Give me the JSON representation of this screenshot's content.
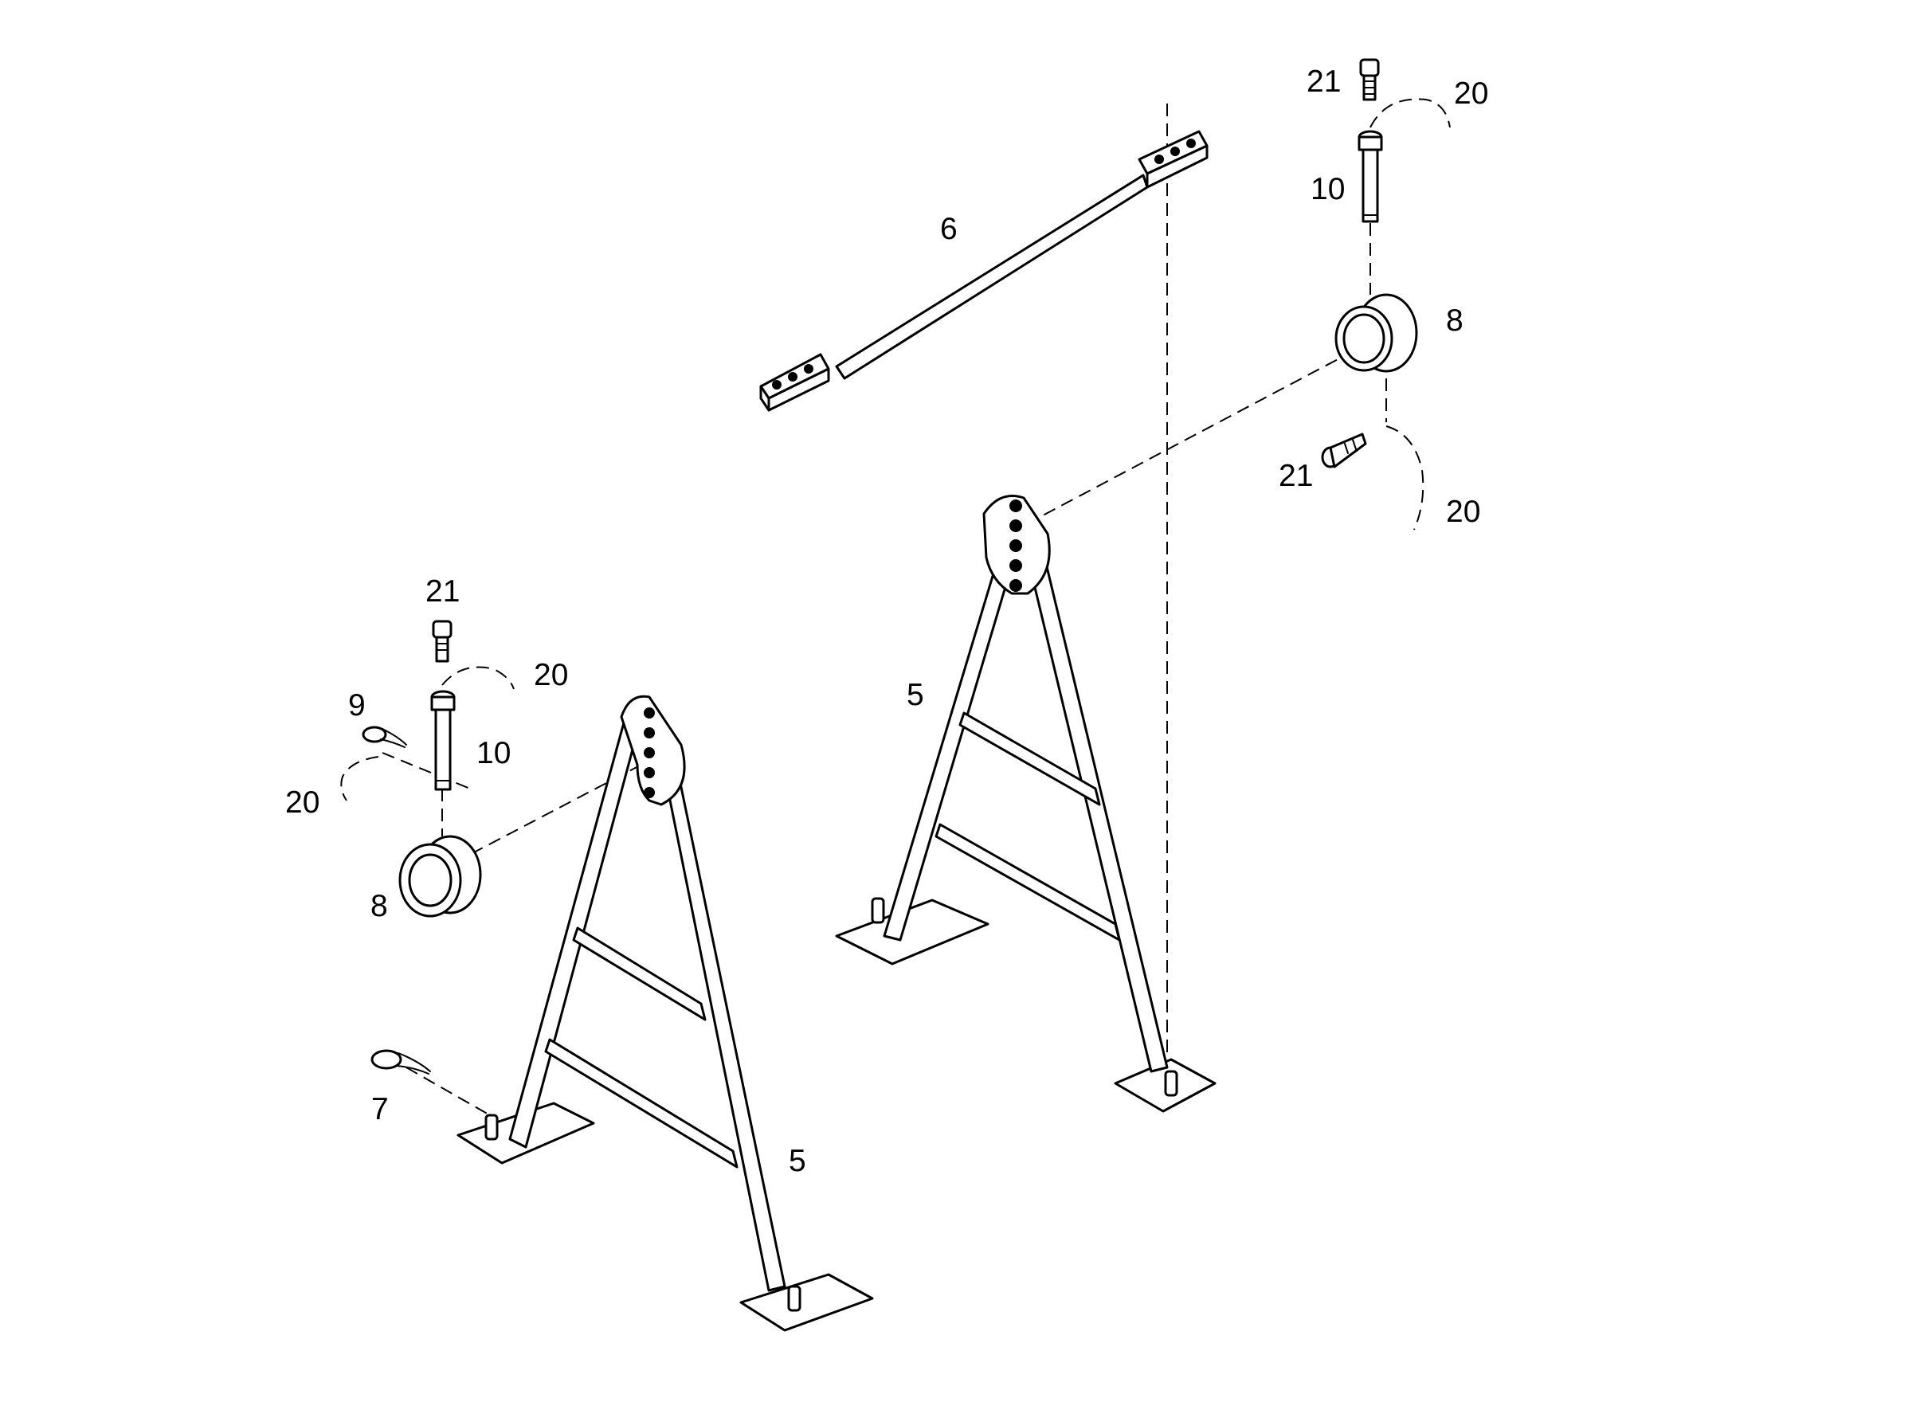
{
  "callouts": {
    "c6": "6",
    "c21_top": "21",
    "c20_top": "20",
    "c10_top": "10",
    "c8_right": "8",
    "c21_mid": "21",
    "c20_mid": "20",
    "c5_right": "5",
    "c21_left": "21",
    "c20_left_a": "20",
    "c9": "9",
    "c10_left": "10",
    "c20_left_b": "20",
    "c8_left": "8",
    "c7": "7",
    "c5_left": "5"
  },
  "colors": {
    "line": "#000000",
    "background": "#ffffff"
  }
}
